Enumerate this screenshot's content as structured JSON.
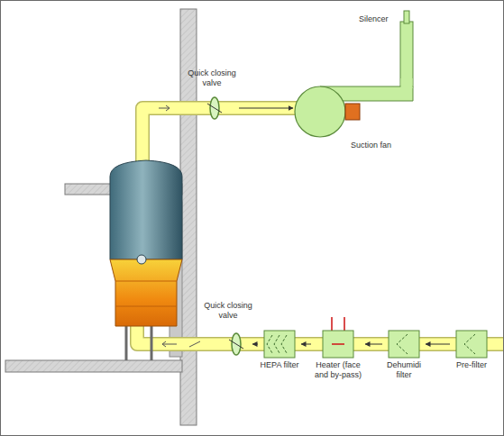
{
  "diagram": {
    "nodes": [
      {
        "text": [
          "Silencer"
        ]
      },
      {
        "text": [
          "Quick closing valve"
        ]
      },
      {
        "text": [
          "Suction fan"
        ]
      },
      {
        "text": [
          "Quick closing valve"
        ]
      },
      {
        "text": [
          "HEPA filter"
        ]
      },
      {
        "text": [
          "Heater (face and by-pass)"
        ]
      },
      {
        "text": [
          "Dehumidi filter"
        ]
      },
      {
        "text": [
          "Pre-filter"
        ]
      }
    ],
    "edges": [
      {
        "from": 1,
        "to": 2,
        "arrow": "to"
      },
      {
        "from": 2,
        "to": 0,
        "arrow": "none"
      },
      {
        "from": 7,
        "to": 6,
        "arrow": "to"
      },
      {
        "from": 6,
        "to": 5,
        "arrow": "to"
      },
      {
        "from": 5,
        "to": 4,
        "arrow": "to"
      },
      {
        "from": 4,
        "to": 3,
        "arrow": "to"
      }
    ]
  }
}
